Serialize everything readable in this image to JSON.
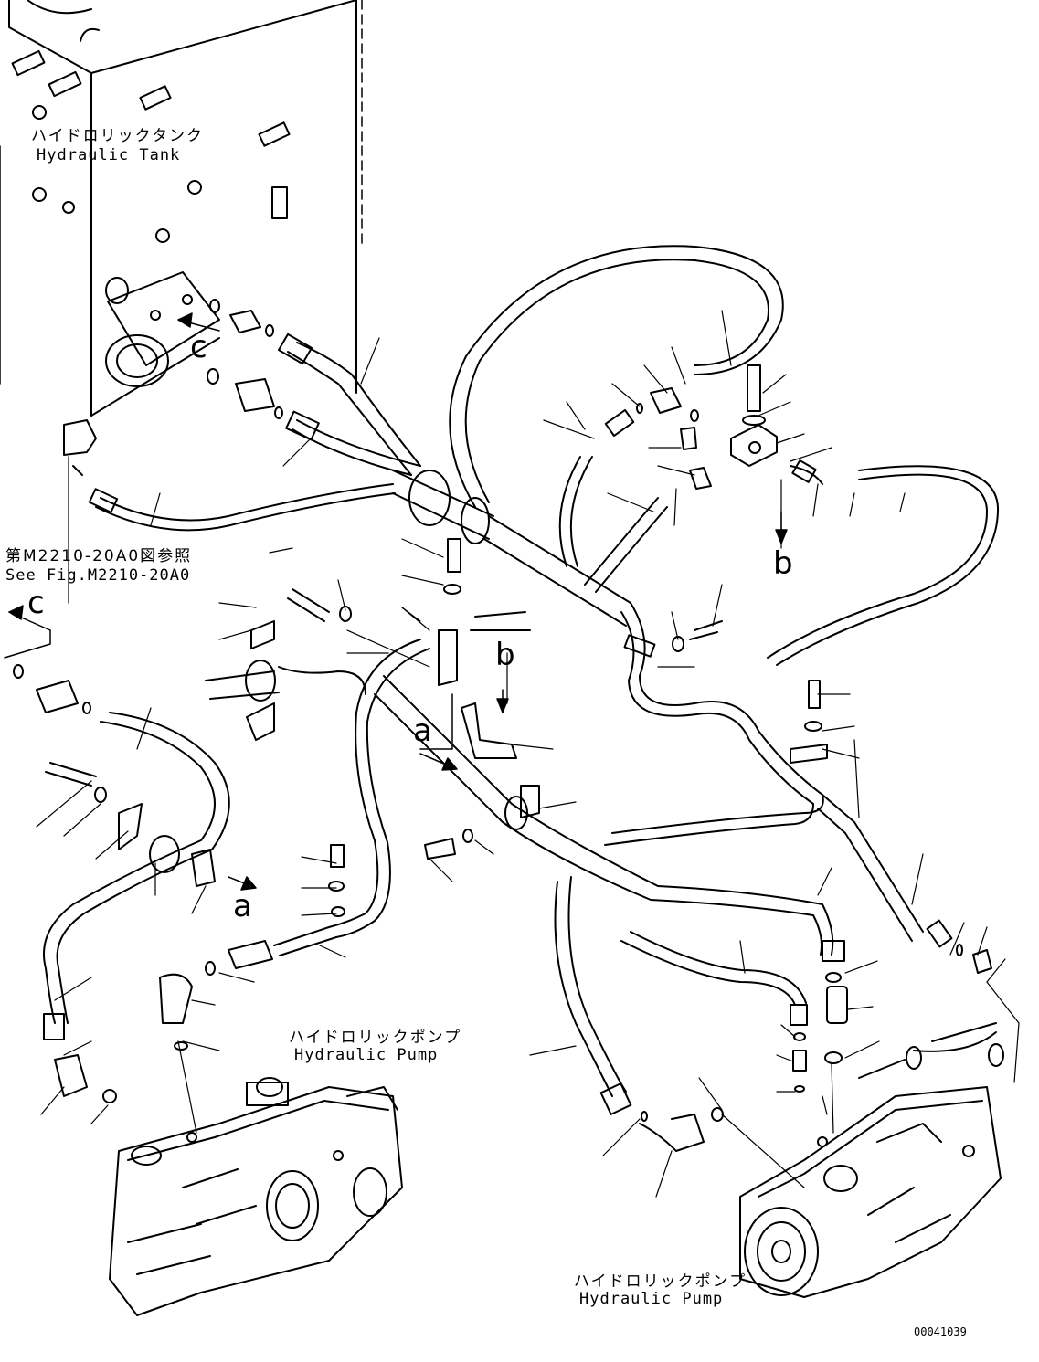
{
  "labels": {
    "tank_jp": "ハイドロリックタンク",
    "tank_en": "Hydraulic Tank",
    "ref_jp": "第M2210-20A0図参照",
    "ref_en": "See Fig.M2210-20A0",
    "pump1_jp": "ハイドロリックポンプ",
    "pump1_en": "Hydraulic Pump",
    "pump2_jp": "ハイドロリックポンプ",
    "pump2_en": "Hydraulic Pump",
    "drawing_code": "00041039"
  },
  "view_markers": {
    "c": "c",
    "a": "a",
    "b": "b"
  }
}
